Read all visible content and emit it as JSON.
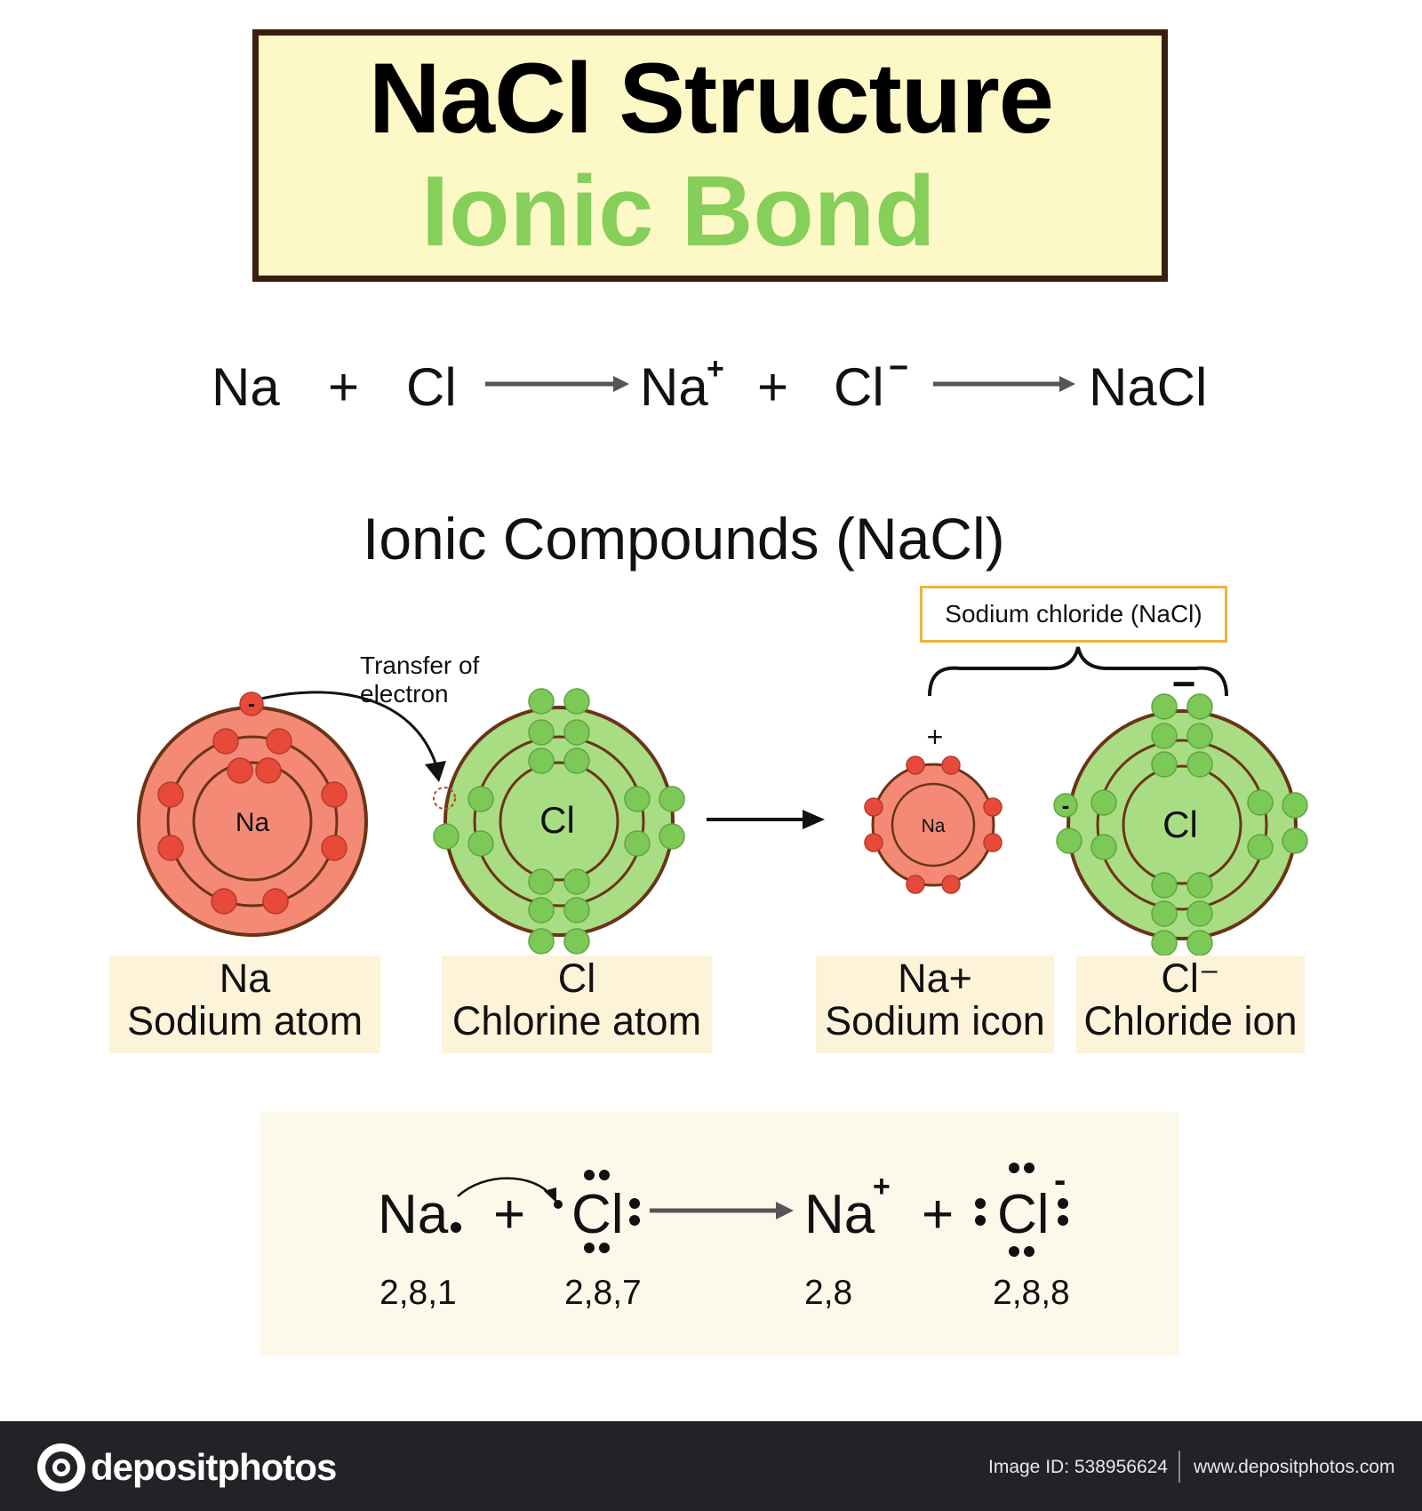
{
  "title": {
    "main": "NaCl Structure",
    "sub": "Ionic Bond"
  },
  "equation": {
    "na": "Na",
    "plus1": "+",
    "cl": "Cl",
    "na_ion": "Na",
    "na_charge": "+",
    "plus2": "+",
    "cl_ion": "Cl",
    "cl_charge": "−",
    "product": "NaCl"
  },
  "section_title": "Ionic Compounds (NaCl)",
  "callout": "Sodium chloride (NaCl)",
  "transfer_label": {
    "line1": "Transfer of",
    "line2": "electron"
  },
  "atoms": {
    "na_atom": {
      "symbol": "Na",
      "label_line1": "Na",
      "label_line2": "Sodium atom"
    },
    "cl_atom": {
      "symbol": "Cl",
      "label_line1": "Cl",
      "label_line2": "Chlorine atom"
    },
    "na_ion": {
      "symbol": "Na",
      "charge": "+",
      "label_line1": "Na+",
      "label_line2": "Sodium icon"
    },
    "cl_ion": {
      "symbol": "Cl",
      "charge": "−",
      "electron_sign": "-",
      "label_line1": "Cl⁻",
      "label_line2": "Chloride ion"
    }
  },
  "electron_sign": "-",
  "lewis": {
    "na": "Na",
    "plus1": "+",
    "cl": "Cl",
    "na_ion": "Na",
    "na_charge": "+",
    "plus2": "+",
    "cl_ion": "Cl",
    "cl_charge": "-",
    "configs": [
      "2,8,1",
      "2,8,7",
      "2,8",
      "2,8,8"
    ]
  },
  "footer": {
    "logo": "depositphotos",
    "image_id": "Image ID: 538956624",
    "website": "www.depositphotos.com"
  },
  "colors": {
    "sodium_fill": "#f48a76",
    "sodium_electron": "#e84a3a",
    "chlorine_fill": "#a9dd84",
    "chlorine_electron": "#7dc957",
    "shell_stroke": "#6b3416",
    "title_green": "#86cf5a",
    "callout_border": "#f0b23c"
  }
}
